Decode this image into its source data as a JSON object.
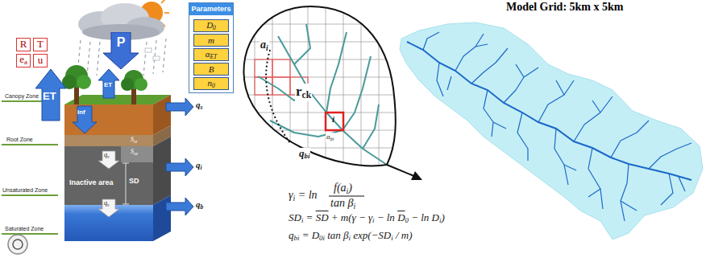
{
  "diagram": {
    "title": "Model Grid: 5km x 5km",
    "nodes": [
      {
        "text": [
          "Parameters"
        ]
      },
      {
        "text": [
          "D0"
        ],
        "in": 0
      },
      {
        "text": [
          "m"
        ],
        "in": 0
      },
      {
        "text": [
          "αET"
        ],
        "in": 0
      },
      {
        "text": [
          "B"
        ],
        "in": 0
      },
      {
        "text": [
          "n0"
        ],
        "in": 0
      },
      {
        "text": [
          "R"
        ]
      },
      {
        "text": [
          "T"
        ]
      },
      {
        "text": [
          "ea"
        ]
      },
      {
        "text": [
          "u"
        ]
      },
      {
        "text": [
          "P"
        ]
      }
    ],
    "labels": [
      "ET",
      "ET",
      "Inf",
      "qs",
      "qi",
      "qb",
      "qv",
      "qv",
      "Srz",
      "Suz",
      "SD",
      "Inactive area",
      "Canopy Zone",
      "Root Zone",
      "Unsaturated Zone",
      "Saturated Zone",
      "ai",
      "rck",
      "i",
      "abi",
      "qbi",
      "γi = ln",
      "f(ai)",
      "tan βi",
      "SDi = SD + m(γ − γi − ln D0 − ln Di)",
      "qbi = D0i tan βi exp(−SDi / m)"
    ]
  }
}
